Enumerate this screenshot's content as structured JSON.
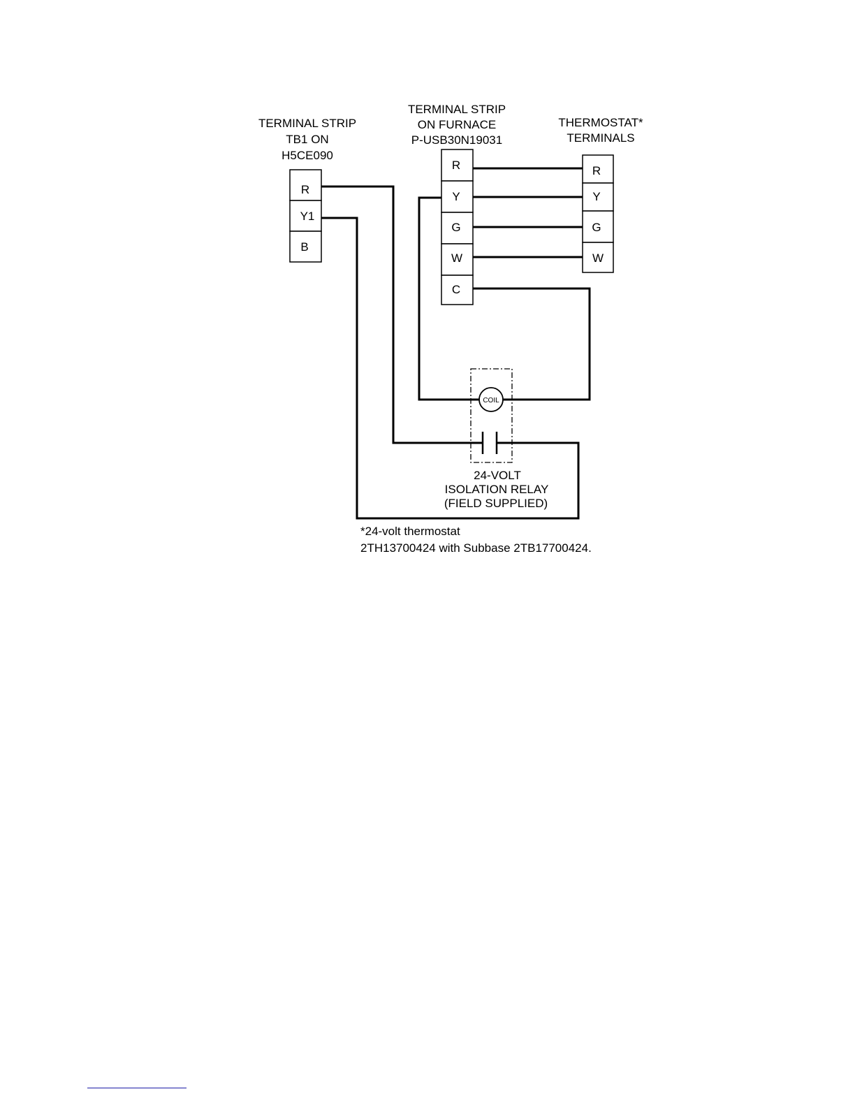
{
  "diagram": {
    "tb1_strip": {
      "label_lines": [
        "TERMINAL STRIP",
        "TB1 ON",
        "H5CE090"
      ],
      "terminals": [
        "R",
        "Y1",
        "B"
      ]
    },
    "furnace_strip": {
      "label_lines": [
        "TERMINAL STRIP",
        "ON FURNACE",
        "P-USB30N19031"
      ],
      "terminals": [
        "R",
        "Y",
        "G",
        "W",
        "C"
      ]
    },
    "thermostat": {
      "label_lines": [
        "THERMOSTAT*",
        "TERMINALS"
      ],
      "terminals": [
        "R",
        "Y",
        "G",
        "W"
      ]
    },
    "relay": {
      "coil_label": "COIL",
      "label_lines": [
        "24-VOLT",
        "ISOLATION RELAY",
        "(FIELD SUPPLIED)"
      ]
    },
    "footnote_lines": [
      "*24-volt thermostat",
      "2TH13700424 with Subbase 2TB17700424."
    ]
  },
  "colors": {
    "ink": "#000000",
    "footer_rule": "#1a1aa6"
  }
}
